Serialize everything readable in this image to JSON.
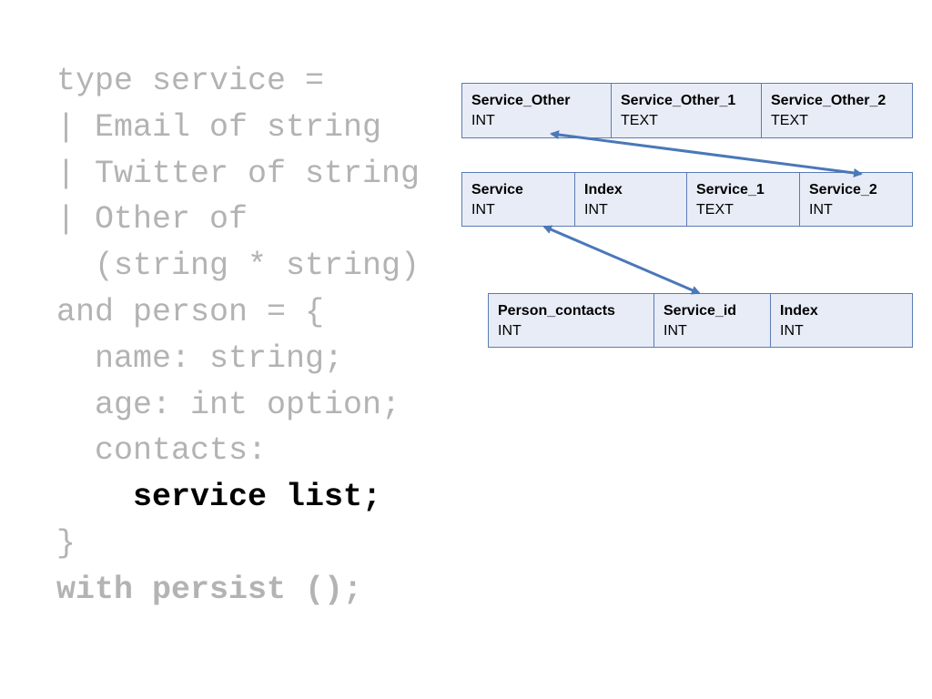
{
  "code": {
    "lines": [
      "type service =",
      "| Email of string",
      "| Twitter of string",
      "| Other of",
      "  (string * string)",
      "and person = {",
      "  name: string;",
      "  age: int option;",
      "  contacts:",
      "    service list;",
      "}",
      "with persist ();"
    ]
  },
  "tables": {
    "service_other": [
      {
        "name": "Service_Other",
        "type": "INT"
      },
      {
        "name": "Service_Other_1",
        "type": "TEXT"
      },
      {
        "name": "Service_Other_2",
        "type": "TEXT"
      }
    ],
    "service": [
      {
        "name": "Service",
        "type": "INT"
      },
      {
        "name": "Index",
        "type": "INT"
      },
      {
        "name": "Service_1",
        "type": "TEXT"
      },
      {
        "name": "Service_2",
        "type": "INT"
      }
    ],
    "person_contacts": [
      {
        "name": "Person_contacts",
        "type": "INT"
      },
      {
        "name": "Service_id",
        "type": "INT"
      },
      {
        "name": "Index",
        "type": "INT"
      }
    ]
  },
  "colors": {
    "table_border": "#5b7bb4",
    "table_fill": "#e8ecf6",
    "arrow": "#4a78b8",
    "code_dim": "#b3b3b3",
    "code_highlight": "#000000"
  }
}
